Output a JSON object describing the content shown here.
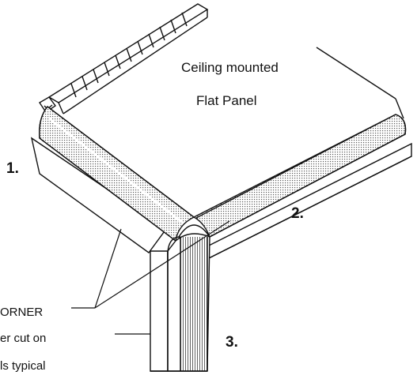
{
  "labels": {
    "title_line1": "Ceiling mounted",
    "title_line2": "Flat Panel",
    "part1": "1.",
    "part2": "2.",
    "part3": "3.",
    "note_line1": "ORNER",
    "note_line2": "er cut on",
    "note_line3": "ls typical"
  },
  "colors": {
    "line": "#111111",
    "hatch": "#444444",
    "background": "#ffffff"
  }
}
